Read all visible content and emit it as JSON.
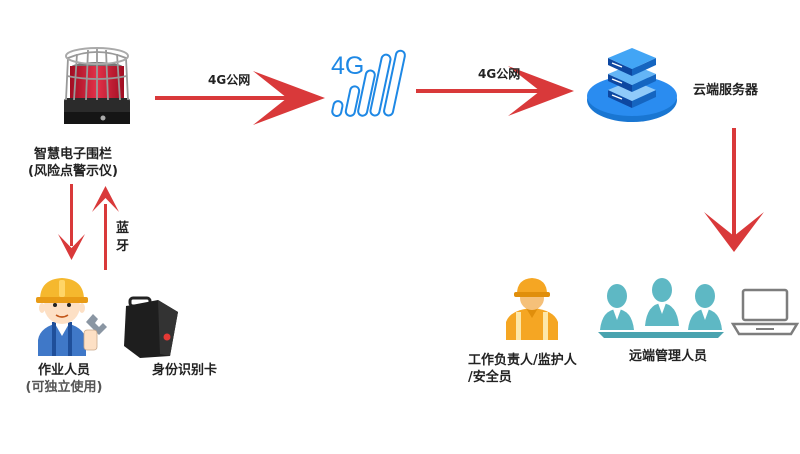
{
  "nodes": {
    "alarm": {
      "title": "智慧电子围栏",
      "subtitle": "(风险点警示仪)"
    },
    "network": {
      "badge": "4G"
    },
    "cloud": {
      "label": "云端服务器"
    },
    "worker": {
      "title": "作业人员",
      "subtitle": "(可独立使用)"
    },
    "id_card": {
      "label": "身份识别卡"
    },
    "supervisor": {
      "line1": "工作负责人/监护人",
      "line2": "/安全员"
    },
    "remote_managers": {
      "label": "远端管理人员"
    }
  },
  "edges": {
    "alarm_to_4g": "4G公网",
    "fourg_to_cloud": "4G公网",
    "bluetooth_line1": "蓝",
    "bluetooth_line2": "牙"
  },
  "colors": {
    "arrow": "#d9393a",
    "network_blue": "#1e88e5",
    "server_blue": "#1976d2",
    "teal": "#5eb8c4",
    "hardhat": "#f5a623",
    "alarm_red": "#c8102e",
    "card_black": "#1e1e1e"
  },
  "icons": {
    "alarm": "warning-light-icon",
    "network": "4g-signal-icon",
    "cloud": "server-stack-icon",
    "worker": "construction-worker-icon",
    "id_card": "id-card-device-icon",
    "supervisor": "safety-officer-icon",
    "remote_managers": "meeting-group-icon",
    "laptop": "laptop-icon"
  }
}
